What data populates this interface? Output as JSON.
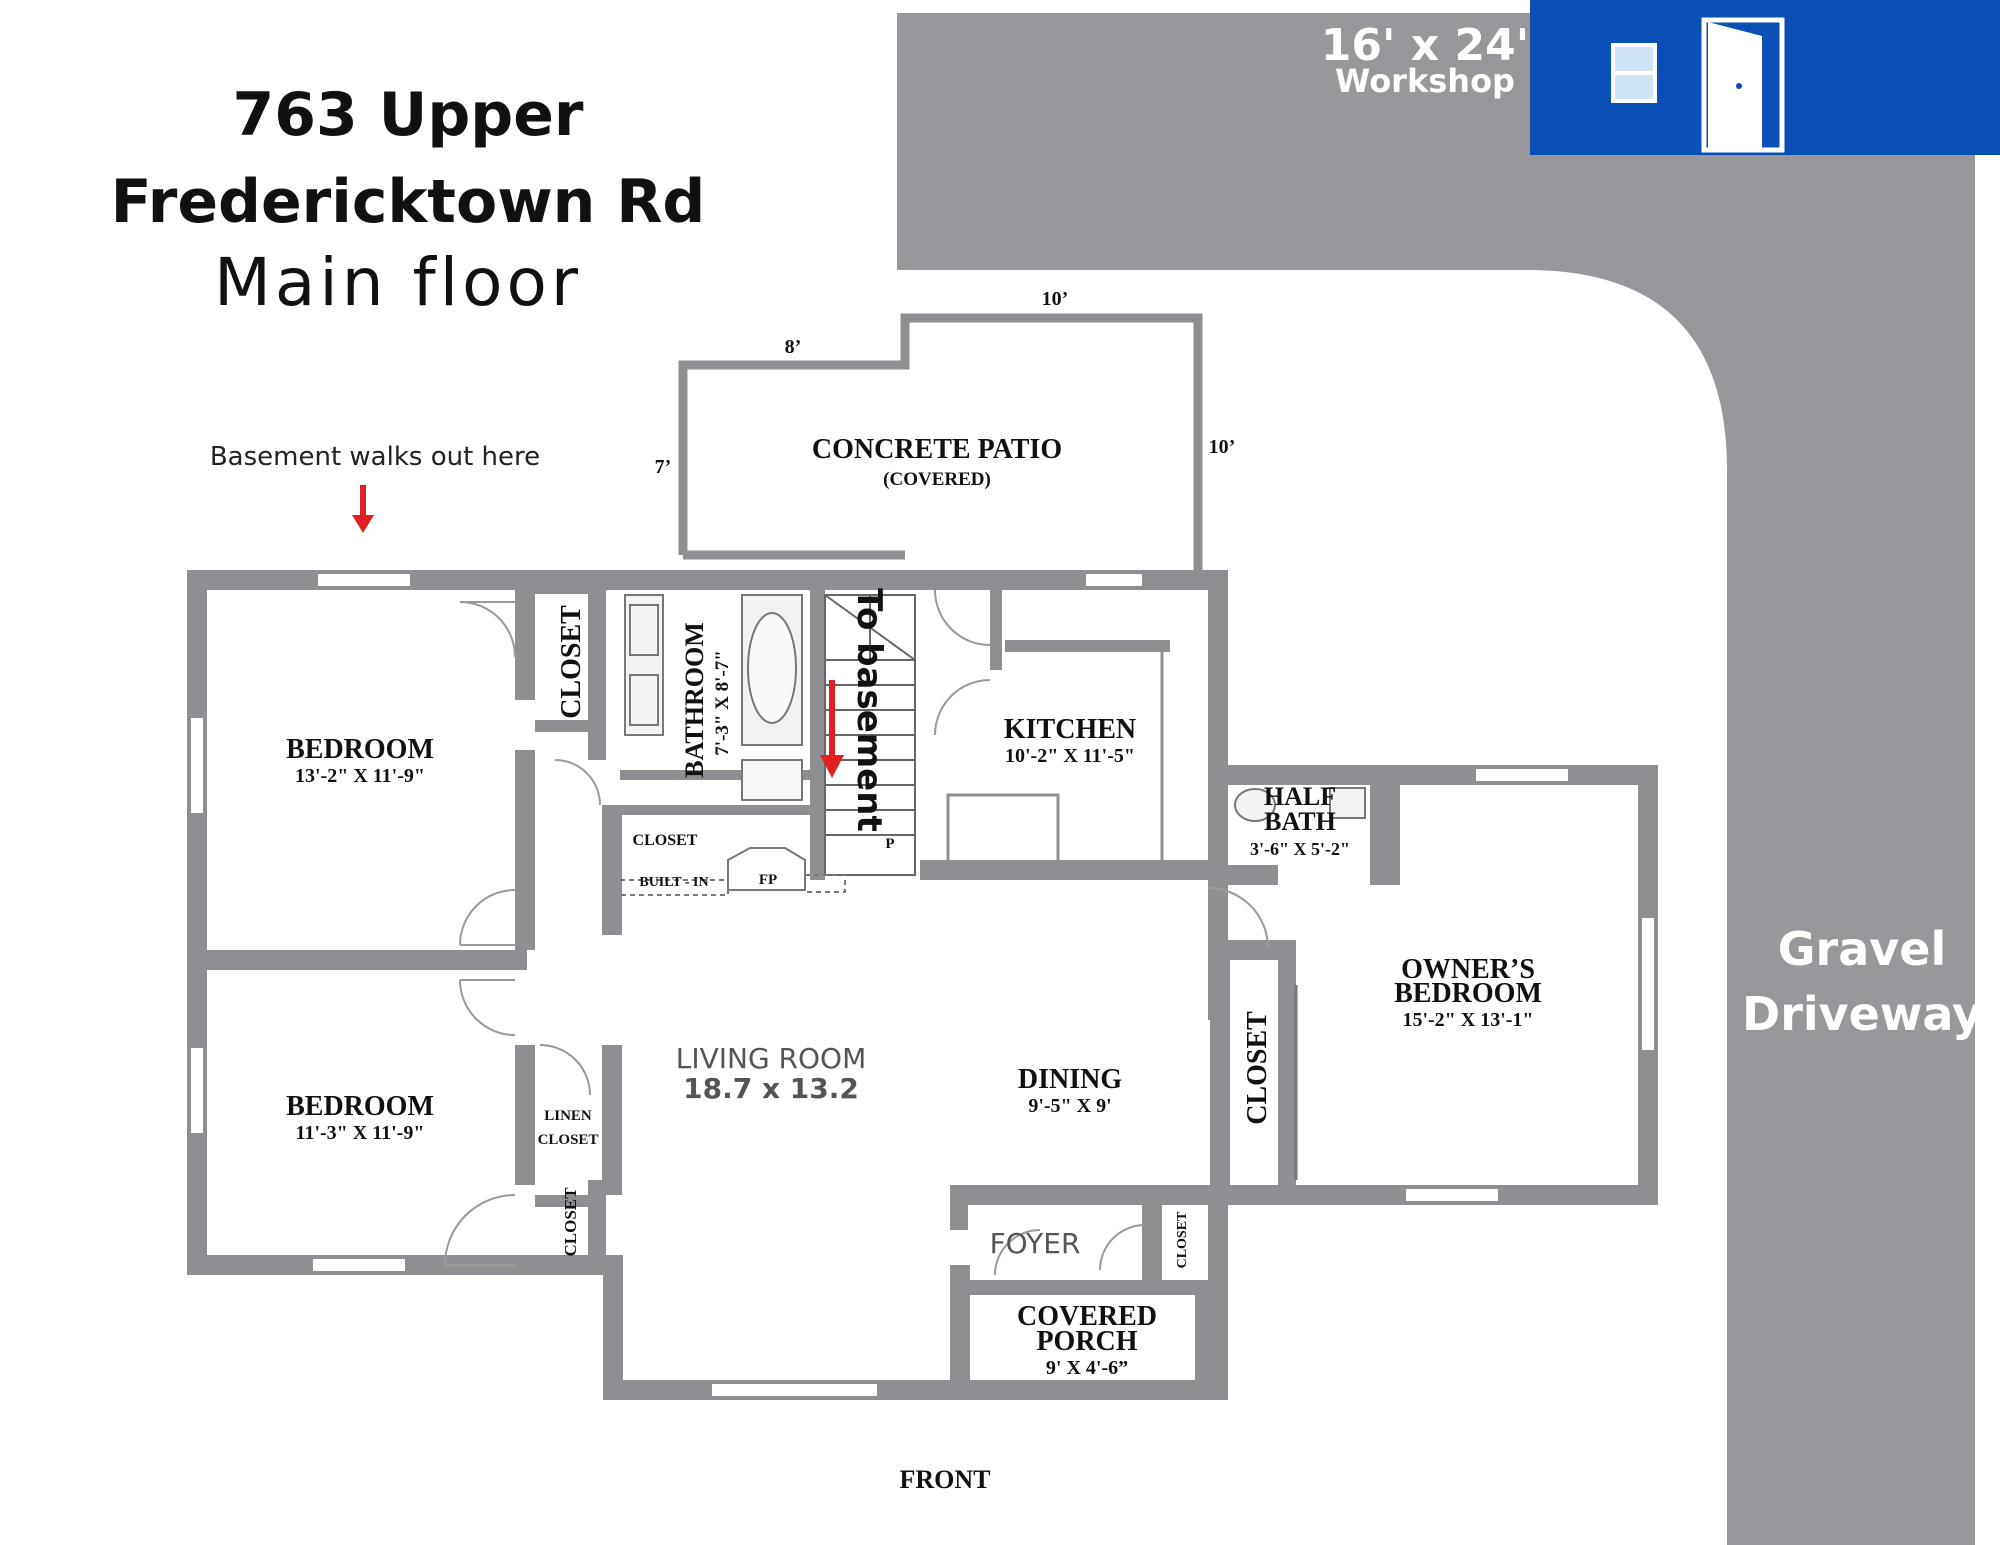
{
  "header": {
    "address_line1": "763 Upper",
    "address_line2": "Fredericktown Rd",
    "floor": "Main floor"
  },
  "workshop": {
    "size": "16' x 24'",
    "label": "Workshop",
    "color": "#0a4fb5",
    "icons": [
      "window-icon",
      "door-icon"
    ]
  },
  "driveway": {
    "line1": "Gravel",
    "line2": "Driveway",
    "color": "#97979c"
  },
  "annotations": {
    "basement_walkout": "Basement walks out here",
    "to_basement": "To basement",
    "front": "FRONT",
    "arrow_color": "#e02020"
  },
  "patio": {
    "title": "CONCRETE PATIO",
    "sub": "(COVERED)",
    "dim_left": "7’",
    "dim_top_left": "8’",
    "dim_top_right": "10’",
    "dim_right": "10’"
  },
  "rooms": {
    "bedroom1": {
      "name": "BEDROOM",
      "dims": "13'-2\" X 11'-9\""
    },
    "bedroom2": {
      "name": "BEDROOM",
      "dims": "11'-3\" X 11'-9\""
    },
    "bathroom": {
      "name": "BATHROOM",
      "dims": "7'-3\" X 8'-7\""
    },
    "kitchen": {
      "name": "KITCHEN",
      "dims": "10'-2\" X 11'-5\""
    },
    "half_bath": {
      "line1": "HALF",
      "line2": "BATH",
      "dims": "3'-6\" X 5'-2\""
    },
    "owners_bedroom": {
      "line1": "OWNER’S",
      "line2": "BEDROOM",
      "dims": "15'-2\" X 13'-1\""
    },
    "living_room": {
      "name": "LIVING ROOM",
      "dims": "18.7 x 13.2"
    },
    "dining": {
      "name": "DINING",
      "dims": "9'-5\" X 9'"
    },
    "foyer": {
      "name": "FOYER"
    },
    "covered_porch": {
      "line1": "COVERED",
      "line2": "PORCH",
      "dims": "9' X 4'-6”"
    }
  },
  "closets": {
    "top": "CLOSET",
    "hall": "CLOSET",
    "linen1": "LINEN",
    "linen2": "CLOSET",
    "bedroom2": "CLOSET",
    "owners": "CLOSET",
    "foyer": "CLOSET"
  },
  "fixtures": {
    "built_in": "BUILT - IN",
    "fireplace": "FP",
    "pantry": "P"
  },
  "colors": {
    "wall": "#8e8e93",
    "window": "#ffffff",
    "text": "#111111"
  }
}
